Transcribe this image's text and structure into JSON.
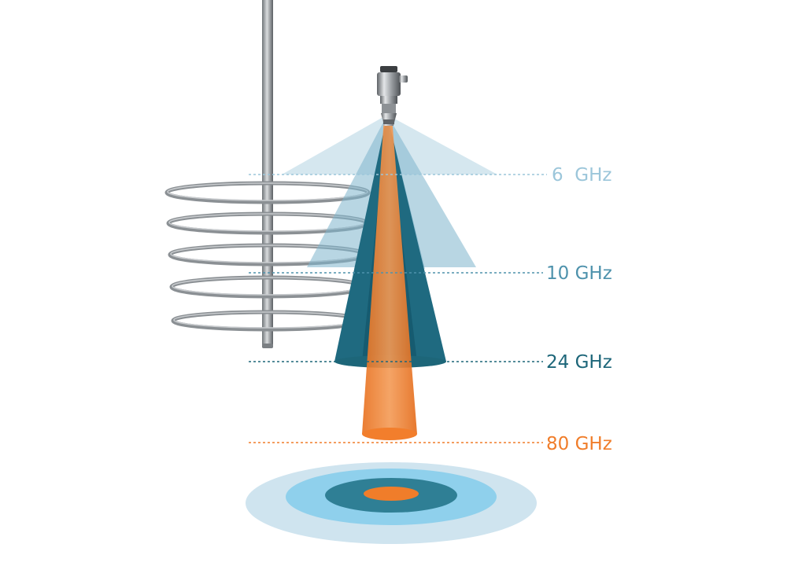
{
  "colors": {
    "ghz6": "#9cc6da",
    "ghz10": "#4e92ac",
    "ghz24": "#1d6679",
    "ghz80": "#f07d2a"
  },
  "bands": [
    {
      "key": "ghz6",
      "label": "6  GHz"
    },
    {
      "key": "ghz10",
      "label": "10 GHz"
    },
    {
      "key": "ghz24",
      "label": "24 GHz"
    },
    {
      "key": "ghz80",
      "label": "80 GHz"
    }
  ]
}
